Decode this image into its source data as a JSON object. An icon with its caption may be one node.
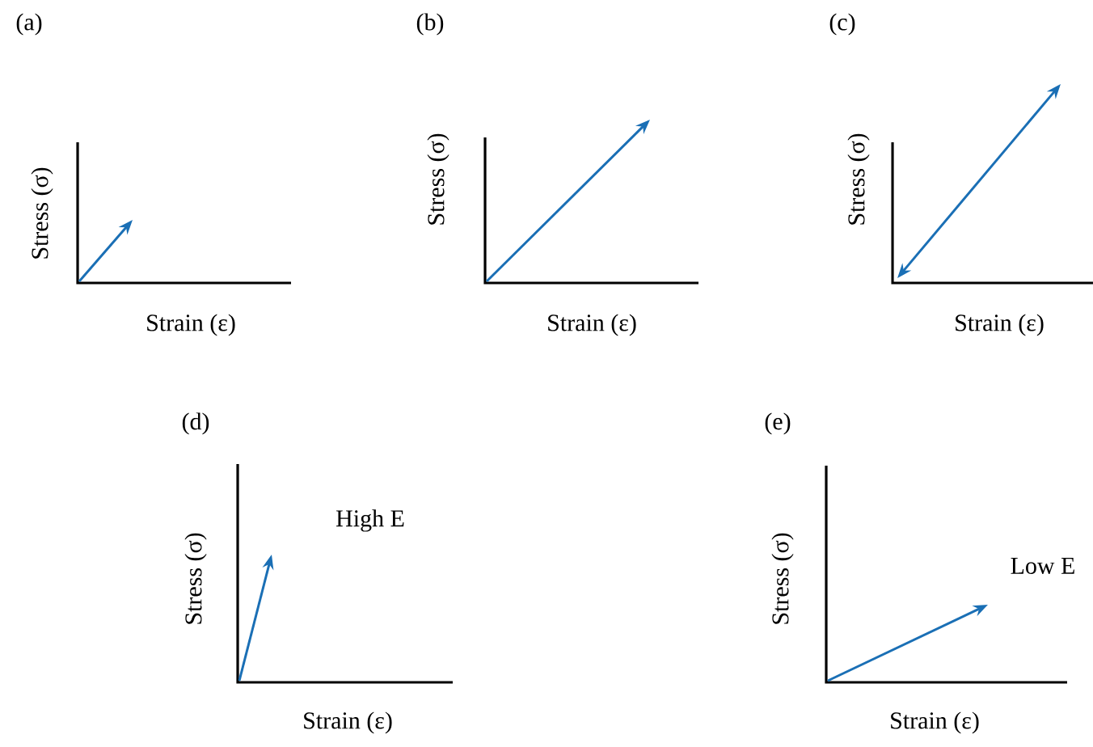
{
  "diagram": {
    "labels": [
      "(a)",
      "(b)",
      "(c)",
      "Stress (σ)",
      "Stress (σ)",
      "Stress (σ)",
      "Strain (ε)",
      "Strain (ε)",
      "Strain (ε)",
      "(d)",
      "(e)",
      "High E",
      "Stress (σ)",
      "Stress (σ)",
      "Low E",
      "Strain (ε)",
      "Strain (ε)"
    ]
  }
}
